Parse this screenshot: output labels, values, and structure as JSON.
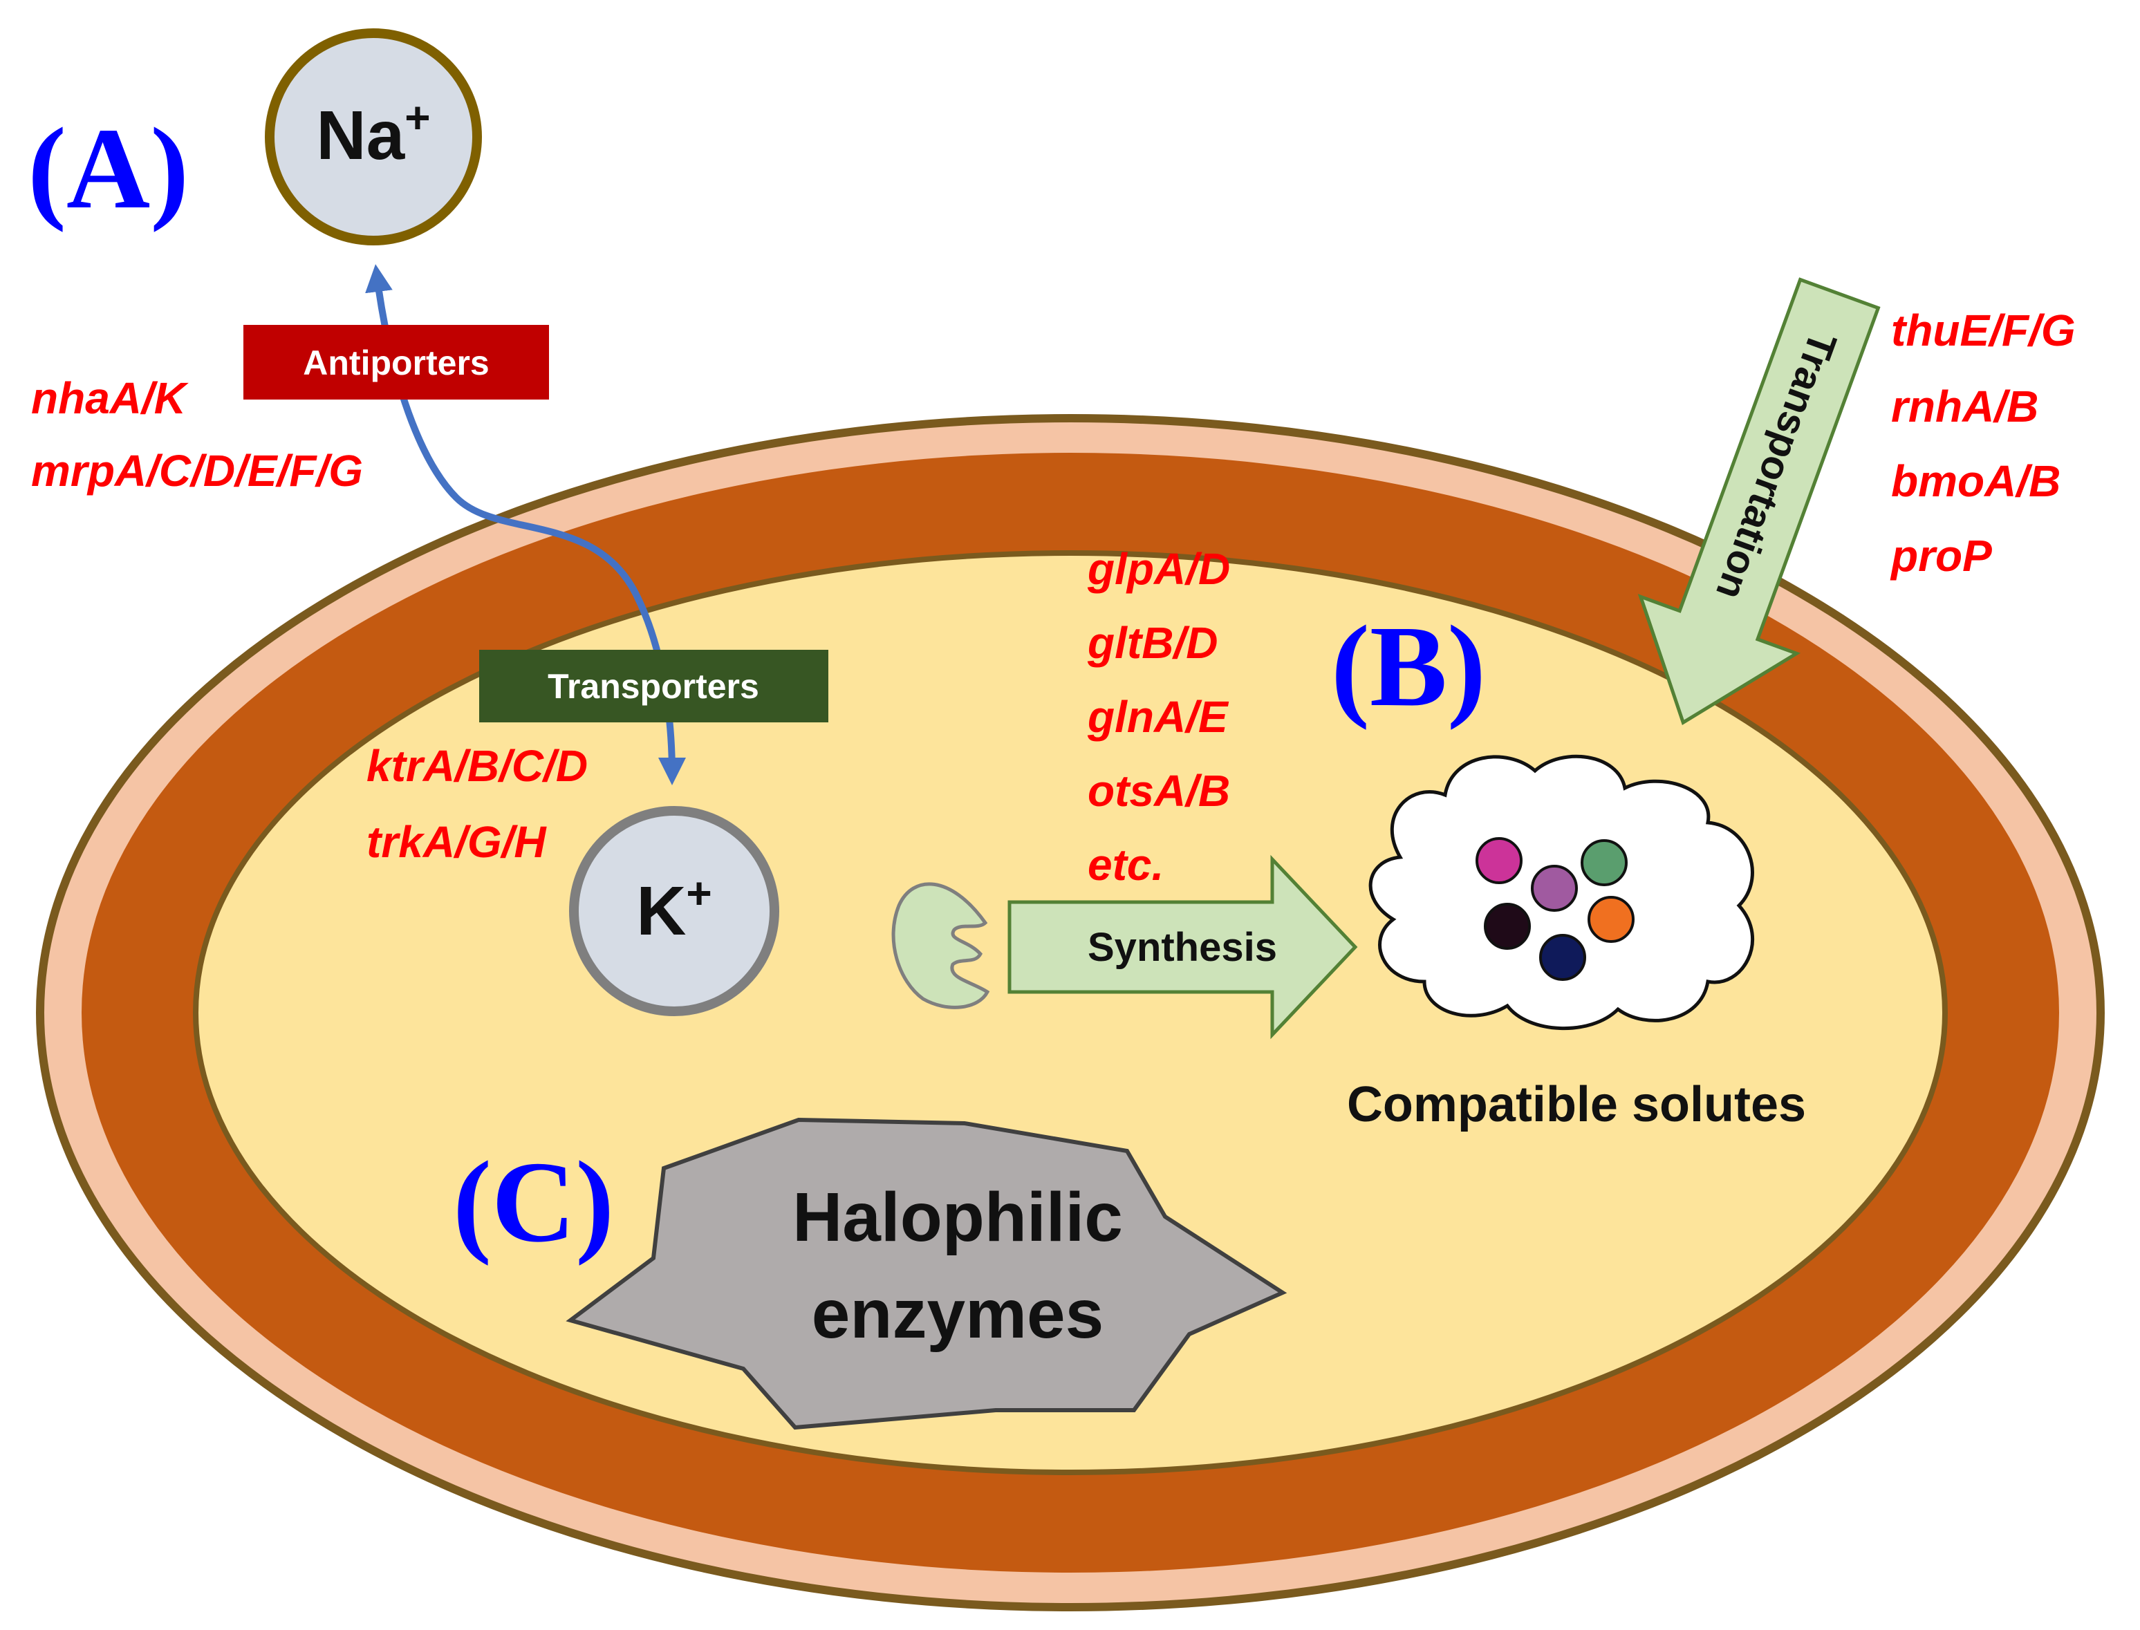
{
  "colors": {
    "outer_ring": "#f5c4a5",
    "outer_border": "#7a5a1e",
    "cell_wall": "#c45a11",
    "cytoplasm": "#fde49b",
    "ion_fill": "#d6dce5",
    "gene_text": "#ff0000",
    "panel_text": "#0000ff",
    "antiporter_box": "#c00000",
    "transporter_box": "#375623",
    "green_arrow": "#cde3b9",
    "enzyme": "#afabab",
    "blue_arrow": "#4472c4"
  },
  "panels": {
    "a": "(A)",
    "b": "(B)",
    "c": "(C)"
  },
  "ions": {
    "na": {
      "symbol": "Na",
      "charge": "+"
    },
    "k": {
      "symbol": "K",
      "charge": "+"
    }
  },
  "boxes": {
    "antiporters": "Antiporters",
    "transporters": "Transporters"
  },
  "genes": {
    "antiporter": [
      "nhaA/K",
      "mrpA/C/D/E/F/G"
    ],
    "transporter": [
      "ktrA/B/C/D",
      "trkA/G/H"
    ],
    "synthesis": [
      "glpA/D",
      "gltB/D",
      "glnA/E",
      "otsA/B",
      "etc."
    ],
    "transportation": [
      "thuE/F/G",
      "rnhA/B",
      "bmoA/B",
      "proP"
    ]
  },
  "arrows": {
    "synthesis": "Synthesis",
    "transportation": "Transportation"
  },
  "labels": {
    "compatible_solutes": "Compatible solutes",
    "enzymes_line1": "Halophilic",
    "enzymes_line2": "enzymes"
  },
  "solute_dots": [
    {
      "color": "#cc3399"
    },
    {
      "color": "#a05aa0"
    },
    {
      "color": "#5a9e6e"
    },
    {
      "color": "#1f0a18"
    },
    {
      "color": "#f07020"
    },
    {
      "color": "#0f1a5a"
    }
  ]
}
